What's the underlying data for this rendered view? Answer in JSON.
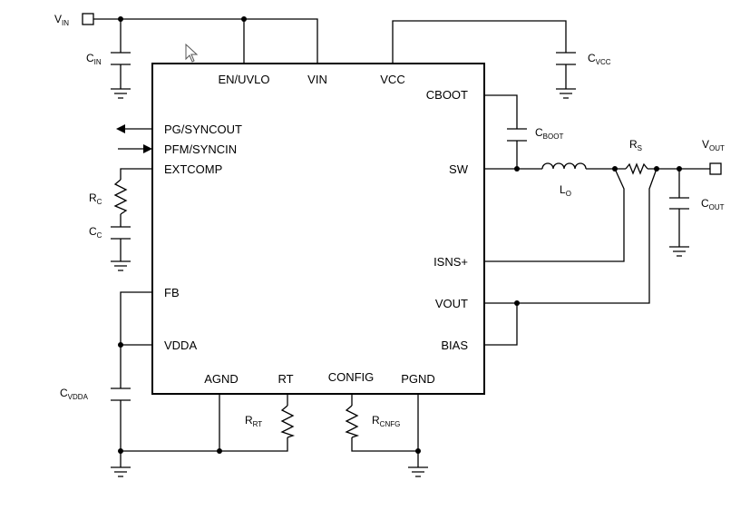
{
  "pins": {
    "en_uvlo": "EN/UVLO",
    "vin": "VIN",
    "vcc": "VCC",
    "cboot": "CBOOT",
    "pg_syncout": "PG/SYNCOUT",
    "pfm_syncin": "PFM/SYNCIN",
    "extcomp": "EXTCOMP",
    "sw": "SW",
    "isns": "ISNS+",
    "fb": "FB",
    "vout": "VOUT",
    "vdda": "VDDA",
    "bias": "BIAS",
    "agnd": "AGND",
    "rt": "RT",
    "config": "CONFIG",
    "pgnd": "PGND"
  },
  "components": {
    "vin_main": "V",
    "vin_sub": "IN",
    "cin_main": "C",
    "cin_sub": "IN",
    "cvcc_main": "C",
    "cvcc_sub": "VCC",
    "cboot_main": "C",
    "cboot_sub": "BOOT",
    "rs_main": "R",
    "rs_sub": "S",
    "vout_main": "V",
    "vout_sub": "OUT",
    "lo_main": "L",
    "lo_sub": "O",
    "cout_main": "C",
    "cout_sub": "OUT",
    "rc_main": "R",
    "rc_sub": "C",
    "cc_main": "C",
    "cc_sub": "C",
    "cvdda_main": "C",
    "cvdda_sub": "VDDA",
    "rrt_main": "R",
    "rrt_sub": "RT",
    "rcnfg_main": "R",
    "rcnfg_sub": "CNFG"
  },
  "icons": {
    "cursor": "mouse-pointer-icon"
  }
}
